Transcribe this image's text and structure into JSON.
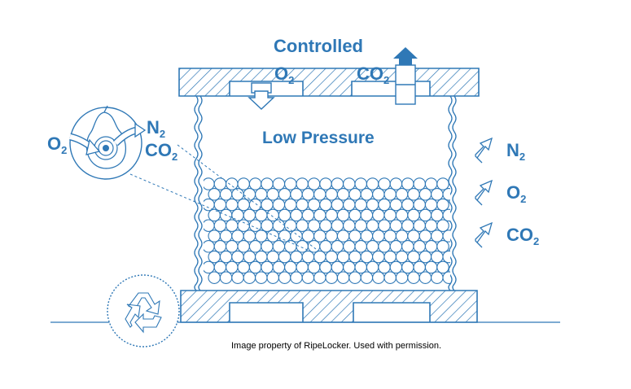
{
  "diagram": {
    "top_label_line1": "Controlled",
    "top_o2": "O",
    "top_o2_sub": "2",
    "top_co2": "CO",
    "top_co2_sub": "2",
    "center_label": "Low Pressure",
    "left_o2": "O",
    "left_o2_sub": "2",
    "right_n2": "N",
    "right_n2_sub": "2",
    "right_co2": "CO",
    "right_co2_sub": "2",
    "side_gases": [
      {
        "symbol": "N",
        "sub": "2"
      },
      {
        "symbol": "O",
        "sub": "2"
      },
      {
        "symbol": "CO",
        "sub": "2"
      }
    ],
    "caption": "Image property of RipeLocker. Used with permission."
  },
  "colors": {
    "primary": "#2f78b6",
    "text": "#000000",
    "background": "#ffffff"
  },
  "icons": [
    "recycle-icon",
    "fruit-respiration-icon",
    "up-arrow-icon",
    "down-arrow-icon"
  ]
}
